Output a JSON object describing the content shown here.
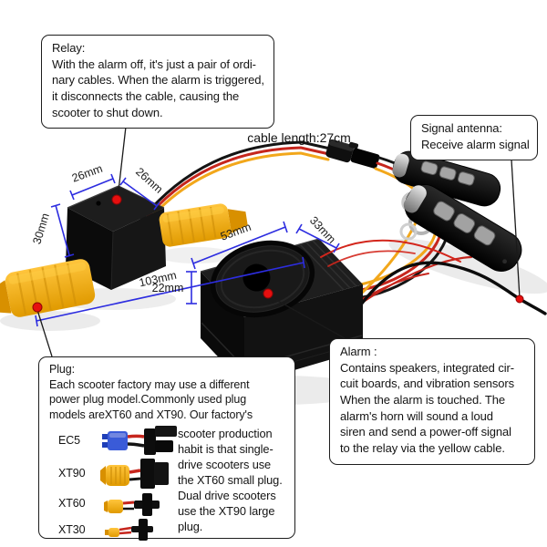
{
  "palette": {
    "dimension_line_blue": "#2d2de0",
    "wire_yellow": "#f2a71b",
    "wire_red": "#c6261d",
    "wire_black": "#141414",
    "marker_red": "#e60f0f",
    "connector_yellow": "#f5b01e",
    "ec5_blue": "#3a5bd8"
  },
  "callouts": {
    "relay": {
      "title": "Relay:",
      "body": "With the alarm off, it's just a pair of ordi-\nnary cables. When the alarm is triggered,\nit disconnects the cable, causing the\nscooter to shut down."
    },
    "signal_antenna": {
      "title": "Signal antenna:",
      "body": "Receive alarm signal"
    },
    "alarm": {
      "title": "Alarm :",
      "body": "Contains speakers, integrated cir-\ncuit boards, and vibration sensors\nWhen the alarm is touched. The\nalarm's horn will sound a loud\nsiren and send a power-off signal\nto the relay via the yellow cable."
    },
    "plug": {
      "title": "Plug:",
      "intro": "Each scooter factory may use a different\npower plug model.Commonly used plug\nmodels areXT60 and XT90. Our factory's",
      "side_text": "scooter production\nhabit is that single-\ndrive scooters use\nthe XT60 small plug.\nDual drive scooters\nuse the XT90 large\nplug.",
      "types": [
        "EC5",
        "XT90",
        "XT60",
        "XT30"
      ]
    }
  },
  "annotations": {
    "cable_length": "cable length:27cm",
    "relay_dims": {
      "top": "26mm",
      "side": "26mm",
      "height": "30mm",
      "length": "103mm"
    },
    "alarm_dims": {
      "length": "53mm",
      "width": "33mm",
      "height": "22mm"
    }
  }
}
